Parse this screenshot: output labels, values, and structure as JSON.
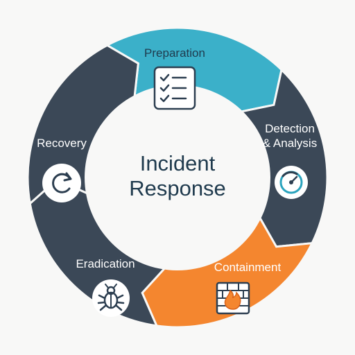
{
  "diagram": {
    "title_line1": "Incident",
    "title_line2": "Response",
    "phases": [
      {
        "label": "Preparation",
        "icon": "checklist-icon",
        "color": "#3bb0c9",
        "text_color": "#1f3a4d"
      },
      {
        "label_line1": "Detection",
        "label_line2": "& Analysis",
        "icon": "gauge-icon",
        "color": "#3b4857",
        "text_color": "#ffffff"
      },
      {
        "label": "Containment",
        "icon": "firewall-icon",
        "color": "#f4862f",
        "text_color": "#ffffff"
      },
      {
        "label": "Eradication",
        "icon": "bug-icon",
        "color": "#3b4857",
        "text_color": "#ffffff"
      },
      {
        "label": "Recovery",
        "icon": "refresh-icon",
        "color": "#3b4857",
        "text_color": "#ffffff"
      }
    ],
    "colors": {
      "center_fill": "#f8f8f7",
      "title_text": "#1f3a4d",
      "icon_stroke": "#2c3e50",
      "accent_teal": "#2aa3bd"
    }
  }
}
